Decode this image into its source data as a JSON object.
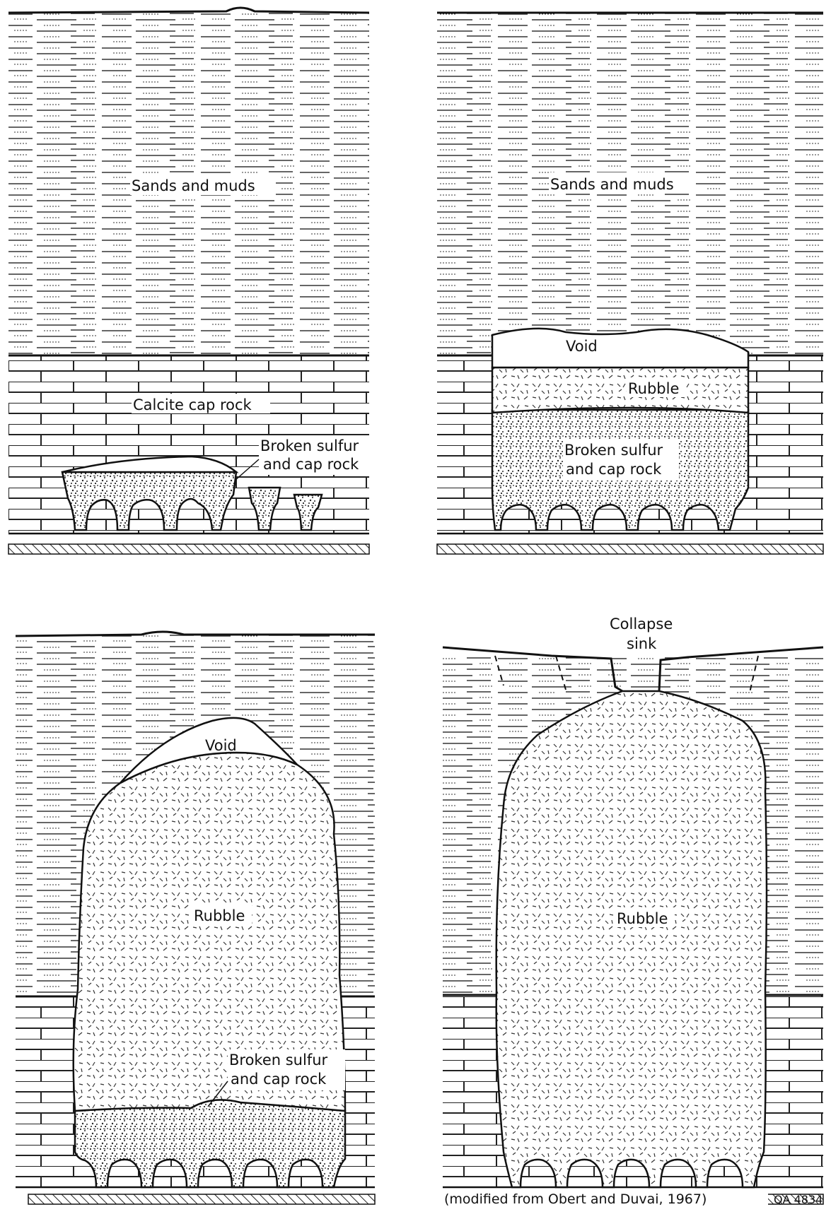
{
  "panels": [
    {
      "id": "stage-1",
      "labels": {
        "sediments": "Sands and muds",
        "caprock": "Calcite cap rock",
        "broken_1": "Broken sulfur",
        "broken_2": "and cap rock"
      }
    },
    {
      "id": "stage-2",
      "labels": {
        "sediments": "Sands and muds",
        "void": "Void",
        "rubble": "Rubble",
        "broken_1": "Broken sulfur",
        "broken_2": "and cap rock"
      }
    },
    {
      "id": "stage-3",
      "labels": {
        "void": "Void",
        "rubble": "Rubble",
        "broken_1": "Broken sulfur",
        "broken_2": "and cap rock"
      }
    },
    {
      "id": "stage-4",
      "labels": {
        "collapse_1": "Collapse",
        "collapse_2": "sink",
        "rubble": "Rubble"
      }
    }
  ],
  "credit": "(modified from Obert and Duvai, 1967)",
  "figure_code": "QA 4834"
}
